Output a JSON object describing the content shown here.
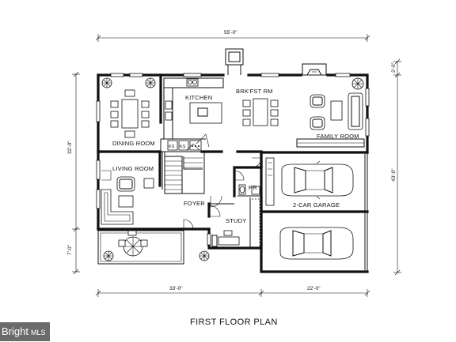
{
  "drawing": {
    "title": "FIRST FLOOR PLAN",
    "dimensions": {
      "overall_width": "55'-0\"",
      "left_depth": "32'-0\"",
      "porch_depth": "7'-0\"",
      "right_upper": "2'-0\"",
      "right_lower": "43'-0\"",
      "bottom_left": "33'-0\"",
      "bottom_right": "22'-0\""
    },
    "rooms": {
      "kitchen": "KITCHEN",
      "breakfast": "BRK'FST RM",
      "dining": "DINING ROOM",
      "family": "FAMILY ROOM",
      "living": "LIVING ROOM",
      "foyer": "FOYER",
      "study": "STUDY",
      "powder": "PR",
      "garage": "2-CAR GARAGE"
    },
    "labels": {
      "ks1": "KS",
      "ks2": "KS"
    }
  },
  "watermark": {
    "text": "Bright",
    "tail": "MLS"
  }
}
